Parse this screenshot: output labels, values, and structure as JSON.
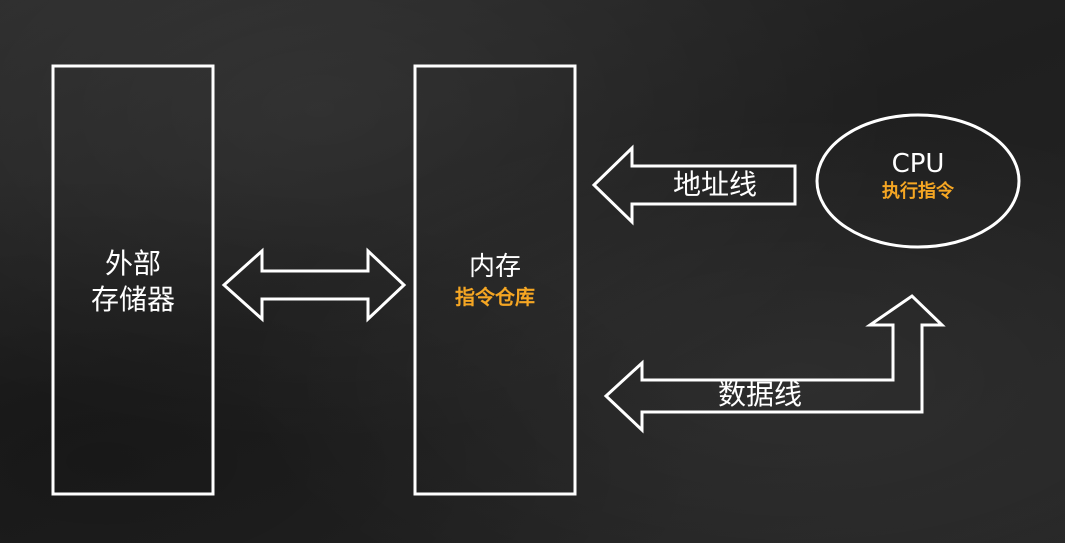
{
  "external_storage": {
    "line1": "外部",
    "line2": "存储器"
  },
  "memory": {
    "title": "内存",
    "subtitle": "指令仓库"
  },
  "cpu": {
    "title": "CPU",
    "subtitle": "执行指令"
  },
  "address_bus": {
    "label": "地址线"
  },
  "data_bus": {
    "label": "数据线"
  },
  "colors": {
    "background": "#232323",
    "stroke": "#ffffff",
    "accent": "#f5a623"
  }
}
